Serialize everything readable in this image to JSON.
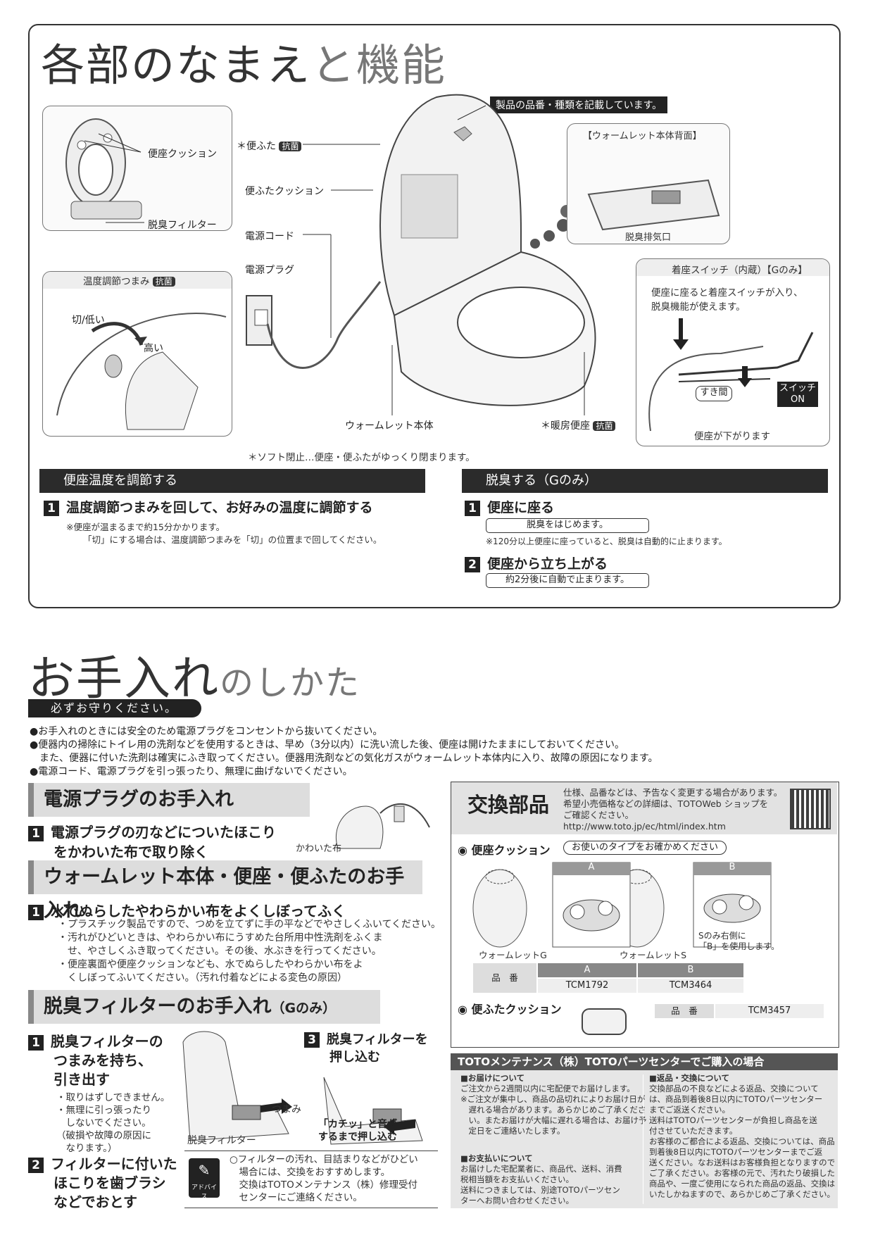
{
  "parts": {
    "title_main": "各部のなまえ",
    "title_sub": "と機能",
    "callout_model": "製品の品番・種類を記載しています。",
    "seat_cushion": "便座クッション",
    "deodor_filter": "脱臭フィルター",
    "lid": "＊便ふた",
    "lid_tag": "抗菌",
    "lid_cushion": "便ふたクッション",
    "power_cord": "電源コード",
    "power_plug": "電源プラグ",
    "body": "ウォームレット本体",
    "heated_seat": "＊暖房便座",
    "heated_tag": "抗菌",
    "back_title": "【ウォームレット本体背面】",
    "exhaust": "脱臭排気口",
    "temp_knob_title": "温度調節つまみ",
    "temp_knob_tag": "抗菌",
    "off_low": "切/低い",
    "high": "高い",
    "switch_title": "着座スイッチ（内蔵）【Gのみ】",
    "switch_desc1": "便座に座ると着座スイッチが入り、",
    "switch_desc2": "脱臭機能が使えます。",
    "gap": "すき間",
    "switch_on1": "スイッチ",
    "switch_on2": "ON",
    "seat_down": "便座が下がります",
    "soft_close": "＊ソフト閉止…便座・便ふたがゆっくり閉まります。",
    "temp_bar": "便座温度を調節する",
    "temp_step1": "温度調節つまみを回して、お好みの温度に調節する",
    "temp_note1": "※便座が温まるまで約15分かかります。",
    "temp_note2": "「切」にする場合は、温度調節つまみを「切」の位置まで回してください。",
    "deo_bar": "脱臭する（Gのみ）",
    "deo_step1": "便座に座る",
    "deo_pill1": "脱臭をはじめます。",
    "deo_note": "※120分以上便座に座っていると、脱臭は自動的に止まります。",
    "deo_step2": "便座から立ち上がる",
    "deo_pill2": "約2分後に自動で止まります。"
  },
  "care": {
    "title_main": "お手入れ",
    "title_sub": "のしかた",
    "must_label": "必ずお守りください。",
    "rules": [
      "●お手入れのときには安全のため電源プラグをコンセントから抜いてください。",
      "●便器内の掃除にトイレ用の洗剤などを使用するときは、早め（3分以内）に洗い流した後、便座は開けたままにしておいてください。",
      "　また、便器に付いた洗剤は確実にふき取ってください。便器用洗剤などの気化ガスがウォームレット本体内に入り、故障の原因になります。",
      "●電源コード、電源プラグを引っ張ったり、無理に曲げないでください。"
    ],
    "plug_head": "電源プラグのお手入れ",
    "plug_step1a": "電源プラグの刃などについたほこり",
    "plug_step1b": "をかわいた布で取り除く",
    "dry_cloth": "かわいた布",
    "body_head": "ウォームレット本体・便座・便ふたのお手入れ",
    "body_step1": "水でぬらしたやわらかい布をよくしぼってふく",
    "body_notes": [
      "・プラスチック製品ですので、つめを立てずに手の平などでやさしくふいてください。",
      "・汚れがひどいときは、やわらかい布にうすめた台所用中性洗剤をふくま",
      "　せ、やさしくふき取ってください。その後、水ぶきを行ってください。",
      "・便座裏面や便座クッションなども、水でぬらしたやわらかい布をよ",
      "　くしぼってふいてください。（汚れ付着などによる変色の原因）"
    ],
    "filter_head": "脱臭フィルターのお手入れ",
    "filter_head_sub": "（Gのみ）",
    "filter_step1": [
      "脱臭フィルターの",
      "つまみを持ち、",
      "引き出す"
    ],
    "filter_notes": [
      "・取りはずしできません。",
      "・無理に引っ張ったり",
      "　しないでください。",
      "（破損や故障の原因に",
      "　なります。）"
    ],
    "knob": "つまみ",
    "filter_label": "脱臭フィルター",
    "filter_step3": [
      "脱臭フィルターを",
      "押し込む"
    ],
    "click_note": [
      "「カチッ」と音が",
      "するまで押し込む"
    ],
    "filter_step2": [
      "フィルターに付いた",
      "ほこりを歯ブラシ",
      "などでおとす"
    ],
    "advice_label": "アドバイス",
    "advice": [
      "○フィルターの汚れ、目詰まりなどがひどい",
      "　場合には、交換をおすすめします。",
      "　交換はTOTOメンテナンス（株）修理受付",
      "　センターにご連絡ください。"
    ]
  },
  "parts_box": {
    "title": "交換部品",
    "desc": [
      "仕様、品番などは、予告なく変更する場合があります。",
      "希望小売価格などの詳細は、TOTOWeb ショップを",
      "ご確認ください。",
      "http://www.toto.jp/ec/html/index.htm"
    ],
    "seat_cushion": "◉ 便座クッション",
    "type_pill": "お使いのタイプをお確かめください",
    "type_a": "A",
    "type_b": "B",
    "model_g": "ウォームレットG",
    "model_s": "ウォームレットS",
    "s_note": [
      "Sのみ右側に",
      "「B」を使用します。"
    ],
    "pn_label": "品　番",
    "pn_a": "TCM1792",
    "pn_b": "TCM3464",
    "lid_cushion": "◉ 便ふたクッション",
    "lid_pn_label": "品　番",
    "lid_pn": "TCM3457"
  },
  "purchase": {
    "title": "TOTOメンテナンス（株）TOTOパーツセンターでご購入の場合",
    "delivery_title": "■お届けについて",
    "delivery": [
      "ご注文から2週間以内に宅配便でお届けします。",
      "※ご注文が集中し、商品の品切れによりお届け日が",
      "　遅れる場合があります。あらかじめご了承くださ",
      "　い。またお届けが大幅に遅れる場合は、お届け予",
      "　定日をご連絡いたします。"
    ],
    "payment_title": "■お支払いについて",
    "payment": [
      "お届けした宅配業者に、商品代、送料、消費",
      "税相当額をお支払いください。",
      "送料につきましては、別途TOTOパーツセン",
      "ターへお問い合わせください。"
    ],
    "return_title": "■返品・交換について",
    "return": [
      "交換部品の不良などによる返品、交換について",
      "は、商品到着後8日以内にTOTOパーツセンター",
      "までご返送ください。",
      "送料はTOTOパーツセンターが負担し商品を送",
      "付させていただきます。",
      "お客様のご都合による返品、交換については、商品",
      "到着後8日以内にTOTOパーツセンターまでご返",
      "送ください。なお送料はお客様負担となりますので",
      "ご了承ください。お客様の元で、汚れたり破損した",
      "商品や、一度ご使用になられた商品の返品、交換は",
      "いたしかねますので、あらかじめご了承ください。"
    ]
  }
}
